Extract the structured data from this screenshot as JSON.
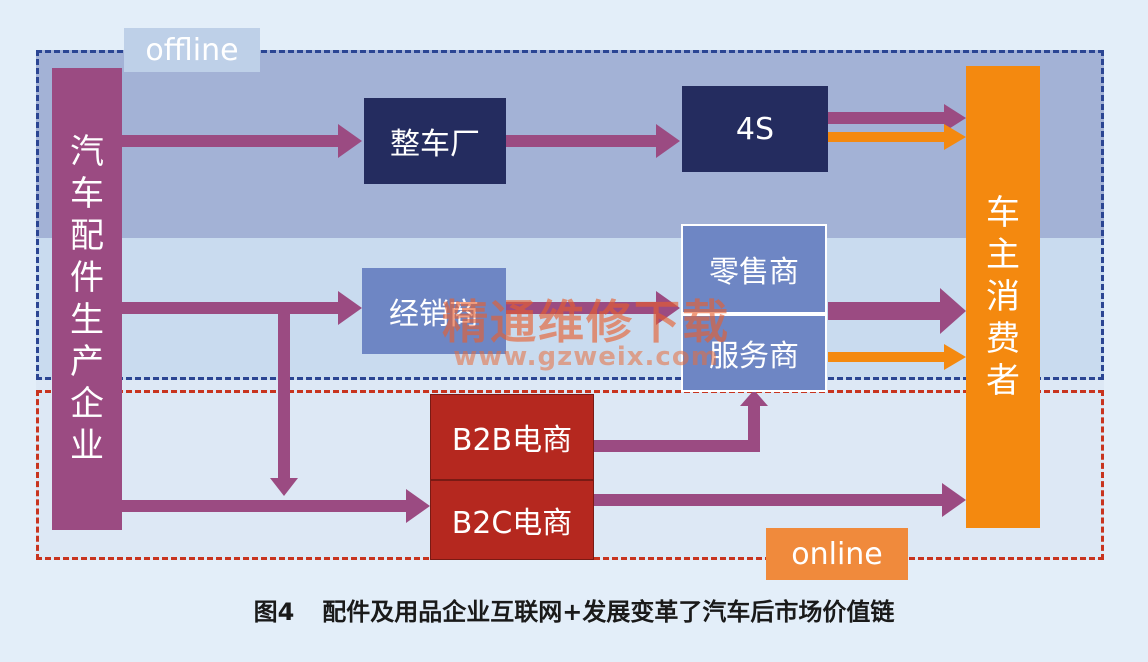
{
  "zones": {
    "offline_label": "offline",
    "online_label": "online"
  },
  "nodes": {
    "producer": [
      "汽",
      "车",
      "配",
      "件",
      "生",
      "产",
      "企",
      "业"
    ],
    "consumer": [
      "车",
      "主",
      "消",
      "费",
      "者"
    ],
    "factory": "整车厂",
    "fours": "4S",
    "distributor": "经销商",
    "retailer": "零售商",
    "service_provider": "服务商",
    "b2b": "B2B电商",
    "b2c": "B2C电商"
  },
  "watermark": {
    "text": "精通维修下载",
    "url": "www.gzweix.com"
  },
  "caption": {
    "figure_number": "图4",
    "text": "配件及用品企业互联网+发展变革了汽车后市场价值链"
  },
  "colors": {
    "arrow_main": "#9b4b82",
    "arrow_secondary": "#f4890f",
    "offline_border": "#2b4593",
    "online_border": "#c8341f"
  }
}
